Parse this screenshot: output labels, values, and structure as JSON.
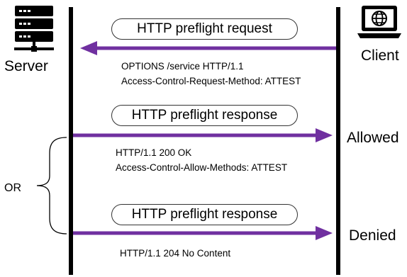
{
  "actors": {
    "server": "Server",
    "client": "Client"
  },
  "icons": {
    "server": "server-rack-icon",
    "client": "globe-laptop-icon"
  },
  "colors": {
    "arrow": "#7030a0",
    "line": "#000000"
  },
  "request": {
    "title": "HTTP preflight request",
    "lines": [
      "OPTIONS /service HTTP/1.1",
      "Access-Control-Request-Method: ATTEST"
    ]
  },
  "response_allowed": {
    "title": "HTTP preflight response",
    "lines": [
      "HTTP/1.1 200 OK",
      "Access-Control-Allow-Methods: ATTEST"
    ],
    "outcome": "Allowed"
  },
  "response_denied": {
    "title": "HTTP preflight response",
    "lines": [
      "HTTP/1.1 204 No Content"
    ],
    "outcome": "Denied"
  },
  "branch_label": "OR"
}
